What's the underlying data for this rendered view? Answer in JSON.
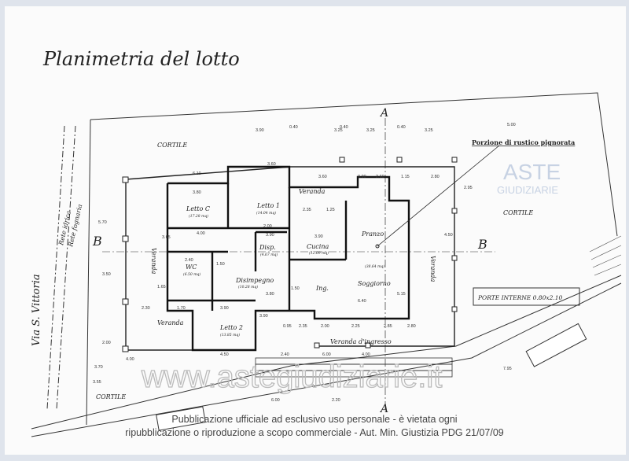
{
  "title": "Planimetria del lotto",
  "street": "Via S. Vittoria",
  "utilities": [
    "Rete idrica",
    "Rete fognaria"
  ],
  "section_marks": {
    "a": "A",
    "b": "B"
  },
  "courtyards": [
    "CORTILE",
    "CORTILE",
    "CORTILE"
  ],
  "rooms": [
    {
      "name": "Letto C",
      "area": "(17.28 mq)"
    },
    {
      "name": "Letto 1",
      "area": "(14.04 mq)"
    },
    {
      "name": "Veranda"
    },
    {
      "name": "Pranzo",
      "area": "(38.64 mq)"
    },
    {
      "name": "Soggiorno"
    },
    {
      "name": "Cucina",
      "area": "(12.09 mq)"
    },
    {
      "name": "Disp.",
      "area": "(4.67 mq)"
    },
    {
      "name": "WC",
      "area": "(6.50 mq)"
    },
    {
      "name": "Disimpegno",
      "area": "(10.28 mq)"
    },
    {
      "name": "Ing."
    },
    {
      "name": "Veranda"
    },
    {
      "name": "Veranda"
    },
    {
      "name": "Veranda"
    },
    {
      "name": "Letto 2",
      "area": "(13.85 mq)"
    },
    {
      "name": "Veranda d'ingresso"
    }
  ],
  "callout": "Porzione di rustico pignorata",
  "doors_note": "PORTE INTERNE  0.80x2.10",
  "dimensions": [
    "3.90",
    "0.40",
    "3.25",
    "0.40",
    "3.25",
    "0.40",
    "3.25",
    "6.10",
    "3.60",
    "3.60",
    "0.90",
    "2.60",
    "1.15",
    "2.80",
    "3.80",
    "3.90",
    "2.35",
    "1.25",
    "4.00",
    "2.00",
    "3.90",
    "2.40",
    "1.50",
    "3.80",
    "1.50",
    "3.90",
    "6.40",
    "2.30",
    "1.70",
    "3.90",
    "0.95",
    "2.35",
    "2.00",
    "2.25",
    "2.85",
    "2.80",
    "3.70",
    "4.00",
    "4.50",
    "6.00",
    "2.40",
    "4.00",
    "6.00",
    "2.20",
    "5.70",
    "3.50",
    "3.65",
    "1.65",
    "2.00",
    "3.55",
    "4.50",
    "5.15",
    "2.95",
    "7.95",
    "5.00"
  ],
  "watermark": {
    "logo_top": "ASTE",
    "logo_bottom": "GIUDIZIARIE",
    "url": "www.astegiudiziarie.it"
  },
  "footer": [
    "Pubblicazione ufficiale ad esclusivo uso personale - è vietata ogni",
    "ripubblicazione o riproduzione a scopo commerciale - Aut. Min. Giustizia PDG 21/07/09"
  ]
}
